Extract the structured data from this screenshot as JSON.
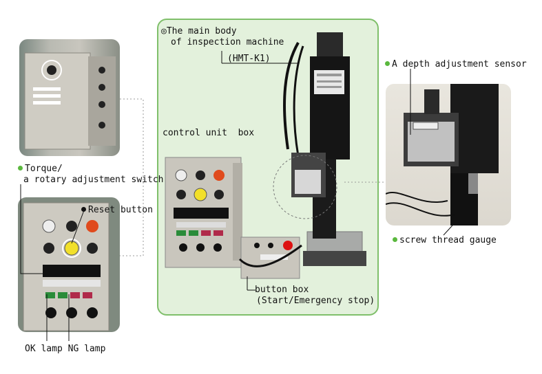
{
  "main_body": {
    "title_line1": "◎The main body",
    "title_line2": "of inspection machine",
    "model": "(HMT-K1)"
  },
  "labels": {
    "depth_sensor": "A depth adjustment sensor",
    "control_unit": "control unit  box",
    "torque_line1": "Torque/",
    "torque_line2": "a rotary adjustment switch",
    "reset": "Reset button",
    "screw_gauge": "screw thread gauge",
    "button_box_line1": "button box",
    "button_box_line2": "(Start/Emergency stop)",
    "ok_ng": "OK lamp NG lamp"
  },
  "colors": {
    "panel_bg": "#e3f1dc",
    "panel_border": "#7fbf6a",
    "bullet": "#5ab83e",
    "cabinet": "#c9c6bd",
    "lamp_red": "#e04a1c",
    "lamp_yellow": "#f2e02a"
  }
}
